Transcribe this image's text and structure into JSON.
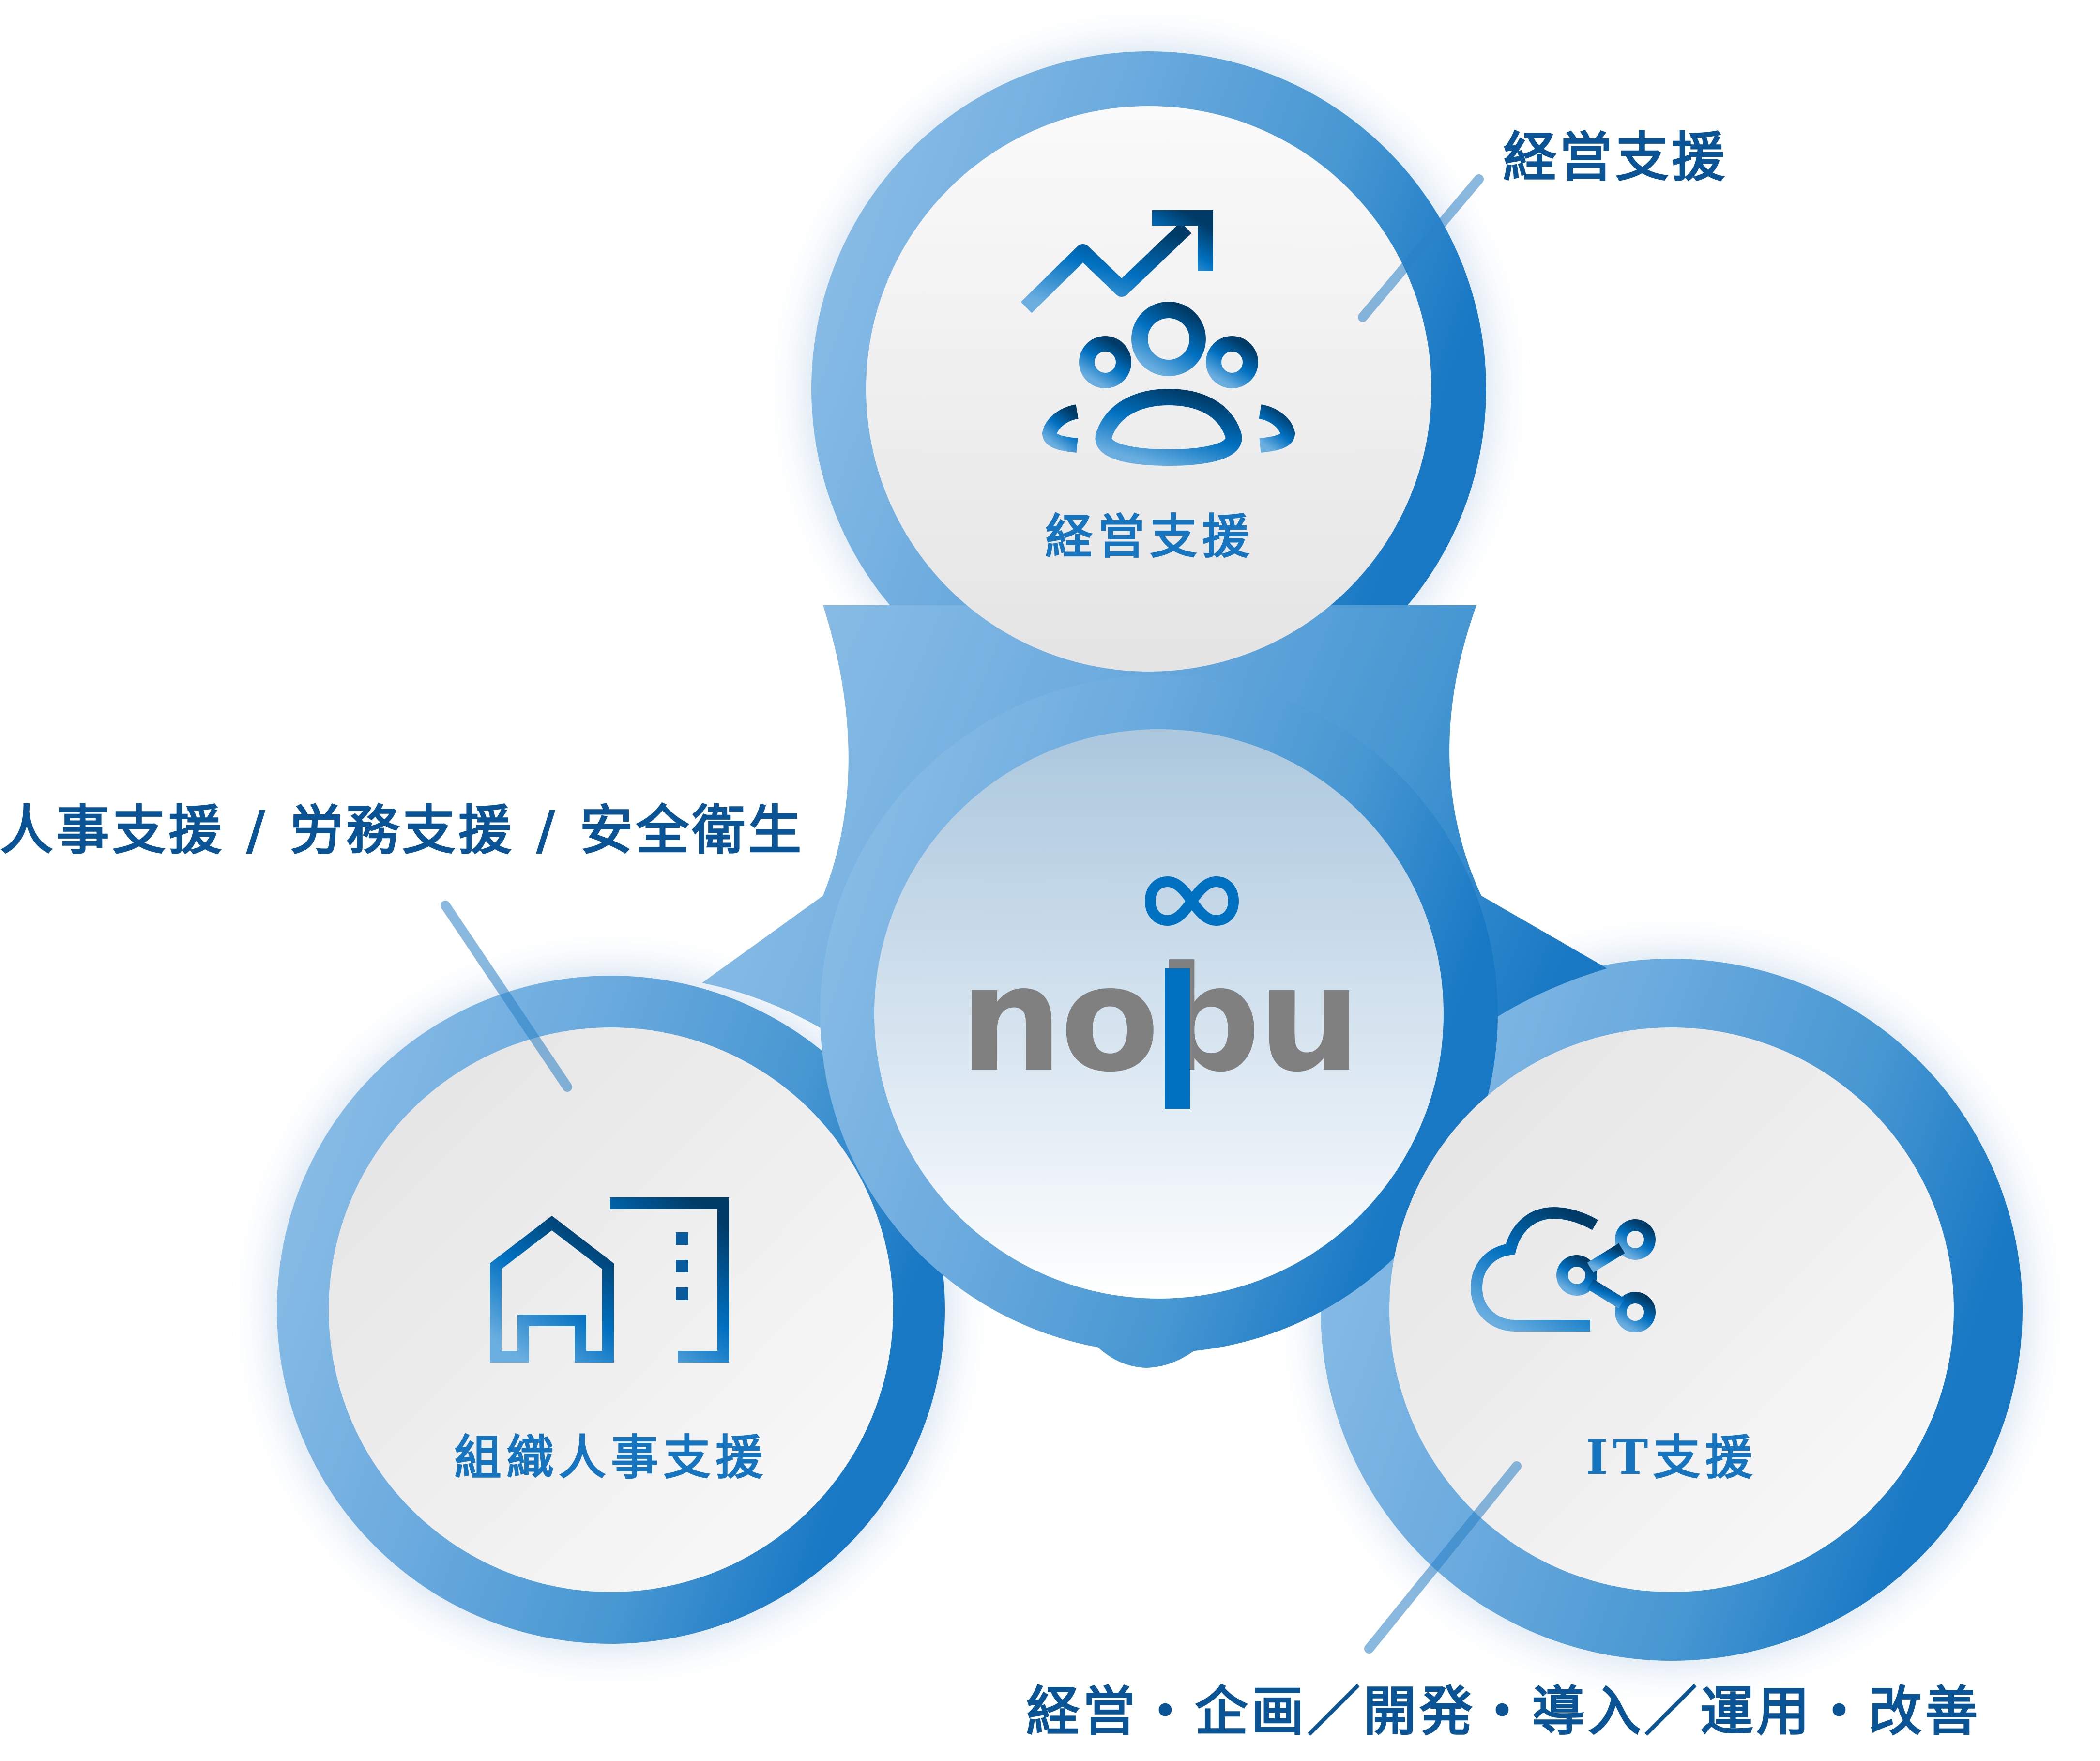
{
  "diagram": {
    "brand": {
      "logo_text": "nobu",
      "logo_letters": [
        "n",
        "o",
        "b",
        "u"
      ],
      "symbol": "infinity-icon",
      "text_color": "#808080",
      "accent_color": "#0070c0"
    },
    "nodes": [
      {
        "id": "management",
        "label": "経営支援",
        "icon": "growth-chart-team-icon",
        "position": "top",
        "callout": "経営支援"
      },
      {
        "id": "hr",
        "label": "組織人事支援",
        "icon": "house-building-icon",
        "position": "bottom-left",
        "callout": "人事支援 / 労務支援 / 安全衛生"
      },
      {
        "id": "it",
        "label": "IT支援",
        "icon": "cloud-share-icon",
        "position": "bottom-right",
        "callout": "経営・企画／開発・導入／運用・改善"
      }
    ],
    "colors": {
      "ring_light": "#8dbfe6",
      "ring_dark": "#1b7ec6",
      "label_blue": "#0a5a9e",
      "icon_dark": "#003a66",
      "icon_mid": "#0070c0",
      "icon_light": "#6aaee0",
      "circle_fill": "#f2f2f2"
    }
  }
}
